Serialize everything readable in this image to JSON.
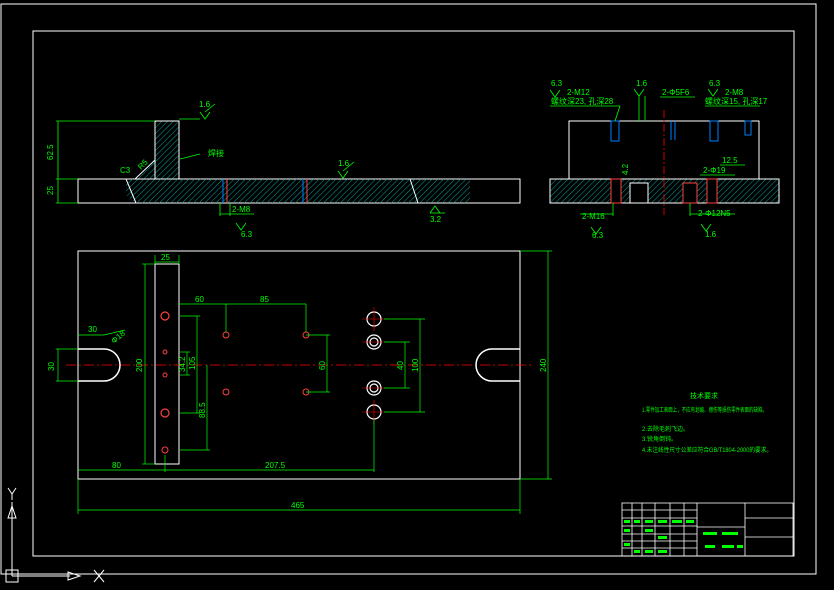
{
  "labels": {
    "side_view": {
      "rough_top": "1.6",
      "height_62_5": "62.5",
      "height_25": "25",
      "chamfer": "C3",
      "radius": "R5",
      "weld": "焊接",
      "rough_mid": "1.6",
      "thread": "2-M8",
      "rough_thread": "6.3",
      "rough_bottom": "3.2"
    },
    "front_view": {
      "rough_a": "6.3",
      "thread_a": "2-M12",
      "depth_a": "螺纹深23, 孔深28",
      "rough_b": "1.6",
      "pin_b": "2-Φ5F6",
      "rough_c": "6.3",
      "thread_c": "2-M8",
      "depth_c": "螺纹深15, 孔深17",
      "dim_4_2": "4.2",
      "hole_d": "2-Φ19",
      "dim_12_5": "12.5",
      "thread_e": "2-M16",
      "rough_e": "6.3",
      "hole_f": "2-Φ12N5",
      "rough_f": "1.6"
    },
    "top_view": {
      "dim_25": "25",
      "dim_60": "60",
      "dim_85": "85",
      "dim_30": "30",
      "dim_r18": "Φ18",
      "dim_30v": "30",
      "dim_200": "200",
      "dim_34_2": "34.2",
      "dim_105": "105",
      "dim_88_5": "88.5",
      "dim_60v": "60",
      "dim_40": "40",
      "dim_100": "100",
      "dim_240": "240",
      "dim_80": "80",
      "dim_207_5": "207.5",
      "dim_465": "465"
    },
    "tech_requirements": {
      "title": "技术要求",
      "lines": [
        "1.零件加工表面上，不应有划痕、擦伤等损伤零件表面的缺陷。",
        "2.去除毛刺飞边。",
        "3.锐角倒钝。",
        "4.未注线性尺寸公差应符合GB/T1804-2000的要求。"
      ]
    }
  },
  "colors": {
    "background": "#000000",
    "outline": "#ffffff",
    "dimension": "#00ff00",
    "centerline": "#ff0000",
    "hatch": "#00a0a0",
    "hidden": "#0080ff",
    "hole_outline": "#ff4040"
  },
  "icons": {
    "ucs": "ucs-axis-icon"
  }
}
